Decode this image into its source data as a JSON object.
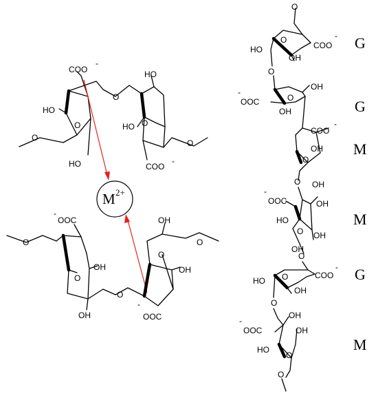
{
  "metal_ion": {
    "symbol": "M",
    "charge": "2+"
  },
  "groups": {
    "carboxylate": "COO",
    "carboxylate_rev": "OOC",
    "hydroxyl": "HO",
    "hydroxyl_rev": "OH",
    "oxygen": "O",
    "minus": "-"
  },
  "chain_labels": [
    "G",
    "G",
    "M",
    "M",
    "G",
    "M"
  ],
  "colors": {
    "arrow": "#e8201c",
    "bond": "#000000"
  }
}
